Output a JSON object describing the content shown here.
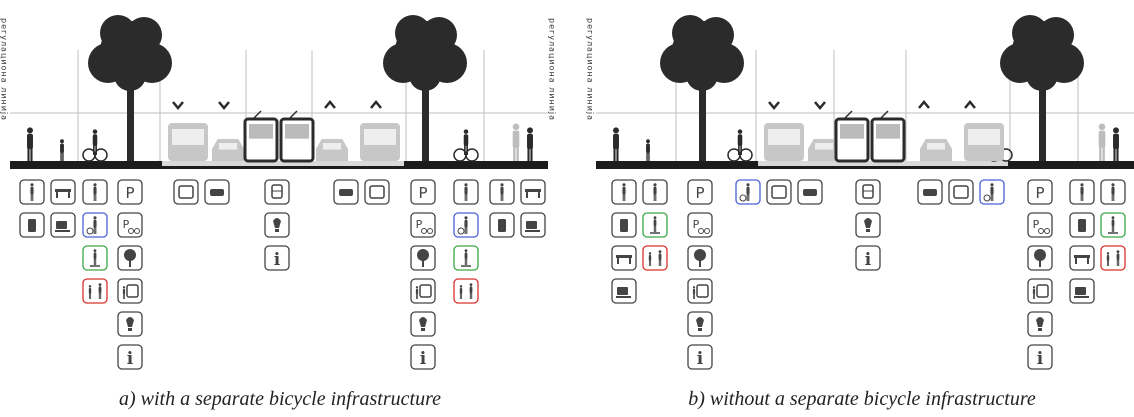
{
  "panels": [
    {
      "caption": "a) with a separate bicycle infrastructure",
      "vertical_label": "регулациона линија",
      "variant": "with",
      "icon_columns": [
        {
          "col": "lft",
          "lanes": [
            [
              "person",
              "bench"
            ],
            [
              "bin",
              "coffee"
            ]
          ]
        },
        {
          "col": "lc",
          "lanes": [
            [
              "person"
            ],
            [
              "bike-blue"
            ],
            [
              "scooter-green"
            ],
            [
              "group-red"
            ]
          ]
        },
        {
          "col": "lt",
          "lanes": [
            [
              "parking"
            ],
            [
              "bike-parking"
            ],
            [
              "tree"
            ],
            [
              "bus-stop"
            ],
            [
              "light"
            ],
            [
              "info"
            ]
          ]
        },
        {
          "col": "lr",
          "lanes": [
            [
              "bus",
              "car"
            ]
          ]
        },
        {
          "col": "md",
          "lanes": [
            [
              "tram"
            ],
            [
              "light"
            ],
            [
              "info"
            ]
          ]
        },
        {
          "col": "rr",
          "lanes": [
            [
              "car",
              "bus"
            ]
          ]
        },
        {
          "col": "rt",
          "lanes": [
            [
              "parking"
            ],
            [
              "bike-parking"
            ],
            [
              "tree"
            ],
            [
              "bus-stop"
            ],
            [
              "light"
            ],
            [
              "info"
            ]
          ]
        },
        {
          "col": "rc",
          "lanes": [
            [
              "person"
            ],
            [
              "bike-blue"
            ],
            [
              "scooter-green"
            ],
            [
              "group-red"
            ]
          ]
        },
        {
          "col": "rft",
          "lanes": [
            [
              "person",
              "bench"
            ],
            [
              "bin",
              "coffee"
            ]
          ]
        }
      ]
    },
    {
      "caption": "b) without a separate bicycle infrastructure",
      "vertical_label": "регулациона линија",
      "variant": "without",
      "icon_columns": [
        {
          "col": "lf",
          "lanes": [
            [
              "person",
              "person"
            ],
            [
              "bin",
              "scooter-green"
            ],
            [
              "bench",
              "group-red"
            ],
            [
              "coffee"
            ]
          ]
        },
        {
          "col": "lt",
          "lanes": [
            [
              "parking"
            ],
            [
              "bike-parking"
            ],
            [
              "tree"
            ],
            [
              "bus-stop"
            ],
            [
              "light"
            ],
            [
              "info"
            ]
          ]
        },
        {
          "col": "lr",
          "lanes": [
            [
              "bike-blue",
              "bus",
              "car"
            ]
          ]
        },
        {
          "col": "md",
          "lanes": [
            [
              "tram"
            ],
            [
              "light"
            ],
            [
              "info"
            ]
          ]
        },
        {
          "col": "rr",
          "lanes": [
            [
              "car",
              "bus",
              "bike-blue"
            ]
          ]
        },
        {
          "col": "rt",
          "lanes": [
            [
              "parking"
            ],
            [
              "bike-parking"
            ],
            [
              "tree"
            ],
            [
              "bus-stop"
            ],
            [
              "light"
            ],
            [
              "info"
            ]
          ]
        },
        {
          "col": "rf",
          "lanes": [
            [
              "person",
              "person"
            ],
            [
              "bin",
              "scooter-green"
            ],
            [
              "bench",
              "group-red"
            ],
            [
              "coffee"
            ]
          ]
        }
      ]
    }
  ],
  "colors": {
    "ground": "#1c1c1c",
    "road": "#d9d9d9",
    "vehicle": "#c7c7c7",
    "tree": "#2b2b2b",
    "lines": "#bfbfbf",
    "icon_border": "#444444",
    "bike_accent": "#4a62d6",
    "scooter_accent": "#3aa648",
    "group_accent": "#d9312b"
  },
  "icons": {
    "person": "pedestrian-icon",
    "bench": "bench-icon",
    "bin": "trash-bin-icon",
    "coffee": "coffee-cup-icon",
    "bike-blue": "bicycle-icon",
    "scooter-green": "scooter-icon",
    "group-red": "pedestrian-group-icon",
    "parking": "parking-icon",
    "bike-parking": "bicycle-parking-icon",
    "tree": "tree-icon",
    "bus-stop": "bus-stop-icon",
    "light": "street-light-icon",
    "info": "info-icon",
    "bus": "bus-icon",
    "car": "car-icon",
    "tram": "tram-icon"
  }
}
